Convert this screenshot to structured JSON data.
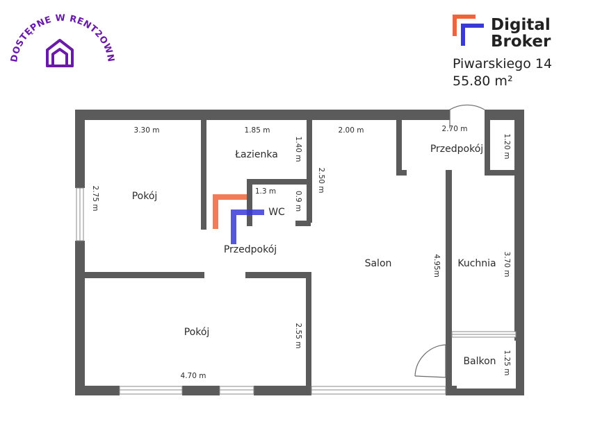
{
  "badge": {
    "text": "DOSTĘPNE W RENT2OWN",
    "color": "#6a1aa8",
    "icon": "house-icon"
  },
  "brand": {
    "line1": "Digital",
    "line2": "Broker",
    "accent_orange": "#f0643c",
    "accent_blue": "#3a3ad8",
    "icon": "digital-broker-logo-icon"
  },
  "listing": {
    "address": "Piwarskiego 14",
    "area": "55.80 m²"
  },
  "rooms": {
    "pokoj_top": "Pokój",
    "lazienka": "Łazienka",
    "wc": "WC",
    "przedpokoj_center": "Przedpokój",
    "przedpokoj_right": "Przedpokój",
    "salon": "Salon",
    "kuchnia": "Kuchnia",
    "pokoj_bottom": "Pokój",
    "balkon": "Balkon"
  },
  "dimensions": {
    "pokoj_top_width": "3.30 m",
    "pokoj_top_height": "2.75 m",
    "lazienka_width": "1.85 m",
    "lazienka_height": "1.40 m",
    "wc_width": "1.3 m",
    "wc_height": "0.9 m",
    "salon_top_width": "2.00 m",
    "salon_wall_height": "2.50 m",
    "przedpokoj_right_width": "2.70 m",
    "przedpokoj_right_height": "1.20 m",
    "salon_height": "4.95m",
    "kuchnia_height": "3.70 m",
    "pokoj_bottom_height": "2.55 m",
    "pokoj_bottom_width": "4.70 m",
    "balkon_height": "1.25 m"
  }
}
